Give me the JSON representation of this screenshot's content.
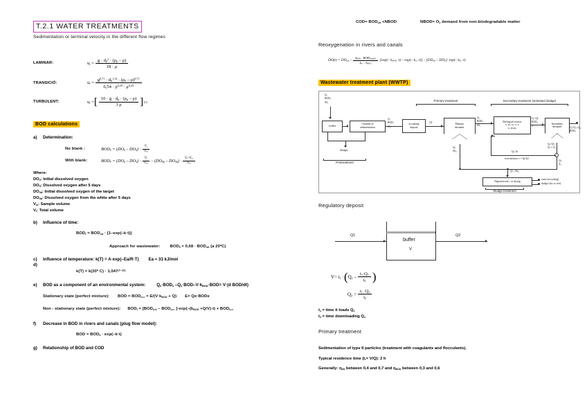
{
  "left": {
    "title": "T.2.1 WATER TREATMENTS",
    "subtitle": "Sedimentation or terminal velocity in the different flow regimes",
    "regimes": [
      {
        "label": "LAMINAR:",
        "lhs": "u",
        "lhs_sub": "t",
        "num": "g · d",
        "num_sup": "2",
        "num_sub": "p",
        "num_rest": " · (ρ",
        "num_sub2": "p",
        "num_tail": " – ρ)",
        "den": "18 · μ"
      },
      {
        "label": "TRANSICIÓ:",
        "num": "g0,71 · dp1,14 · (ρp – ρ)0,71",
        "den": "6,54 · ρ0,29 · μ0,43"
      },
      {
        "label": "TURBULENT:",
        "num": "10 · g · dp · (ρp – ρ)",
        "den": "3 ρ",
        "exp": "1/2"
      }
    ],
    "bod_header": "BOD calculations",
    "a_label": "a)",
    "a_title": "Determination:",
    "no_blank_label": "No blank :",
    "no_blank_eq": "BOD5 = (DO0 – DO5) · Vt/Vm",
    "with_blank_label": "With blank:",
    "with_blank_eq": "BOD5 = (DO0 – DO5) · Vt/Vm – (DO0b – DO5b) · (Vt–Vm)/Vm",
    "where_title": "Where:",
    "where_items": [
      "DO0: Initial dissolved oxygen",
      "DO5: Dissolved oxygen after 5 days",
      "DO0b: Initial dissolved oxygen of the target",
      "DO5b: Dissolved oxygen from the white after 5 days",
      "Vm: Sample volume",
      "Vt: Total volume"
    ],
    "b_label": "b)",
    "b_title": "Influence of time:",
    "b_eq": "BODt = BODult · [1–exp(–k·t)]",
    "b_approach_label": "Approach for wastewater:",
    "b_approach_eq": "BOD5 ≈ 0,68 · BODult (a 20°C)",
    "c_label": "c)",
    "c_title": "Influence of temperature: k(T) = A·exp(–Ea/R·T)",
    "c_extra": "Ea ≈ 33 kJ/mol",
    "d_label": "d)",
    "d_eq": "k(T) = k(20° C) · 1,047(T–20)",
    "e_label": "e)",
    "e_title": "BOD as a component of an environmental system:",
    "e_eq": "Qe·BODe – Qs·BOD – V·kBOD·BOD = V·(dBOD/dt)",
    "e_line2_label": "Stationary state (perfect mixture):",
    "e_line2_eq": "BOD = BODe·t=0 = E/(V·kBOD + Q)",
    "e_line2_tail": "E= Qe·BODe",
    "e_line3_label": "Non - stationary state (perfect mixture):",
    "e_line3_eq": "BODt = [BODt=0 – BODt=∞]·exp(–(kBOD + Q/V)·t) + BODt=∞",
    "f_label": "f)",
    "f_title": "Decrease in BOD in rivers and canals (plug flow model):",
    "f_eq": "BOD = BOD0 · exp(–k·t)",
    "g_label": "g)",
    "g_title": "Relationship of BOD and COD"
  },
  "right": {
    "cod_eq": "COD = BODult + NBOD",
    "nbod_eq": "NBOD = O2 demand from non-biodegradable matter",
    "reox_title": "Reoxygenation in rivers and canals",
    "reox_eq": "DO(t) = DOsat – (kBOD · BODtotal(0))/(kre – kBOD) · [exp(–kBOD·t) – exp(–kre·t)] – [DOsat – DO0] · exp(–kre·t)",
    "wwtp_header": "Wastewater treatment plant (WWTP)",
    "diagram": {
      "inlet_label": "Q0\nBOD0\nSS0",
      "grilles": "Grilles",
      "channel": "Channel of\nsedimentation",
      "q1_label": "Q1\nBOD1\nSS1",
      "deposit": "accepting\ndeposit",
      "q1p_label": "Q1'",
      "primary_decanter": "Primary\ndecanter",
      "q2_label": "Q2\nBOD2\nSS2",
      "bioreactor": "Biological reactor",
      "bioreactor_params": "V, kd, θc, θ, Y\nX, BOD5",
      "mix_label": "Q1+Qr\nBOD5\nX",
      "secondary_decanter": "Secondary\ndecanter",
      "effluent_label": "Q3=Q1–Qp\nBOD3",
      "qr_label": "Qr, Xr",
      "recirc_label": "recirculation: r = Qr/Q1",
      "qp_label": "Qp+Qp'1\nXr = Xr2",
      "qp2_label": "Qp'2\nXr2",
      "qp1_label": "Qp'1\nSSp1",
      "sludge_line_label": "Qp'1, SSp1",
      "digestion": "Digestion unit / or drying",
      "out_water": "water (recycling)",
      "out_sludge": "sludge (dry or wet)",
      "sludge_title": "Sludge treatment",
      "pretreatment": "Pretreatment",
      "primary_treatment": "Primary treatment",
      "secondary_treatment": "Secondary treatment (activated sludge)",
      "sludge_mid": "Sludges"
    },
    "reg_title": "Regulatory deposit",
    "buffer": {
      "q1": "Q1",
      "q2": "Q2",
      "name": "buffer",
      "volume": "V"
    },
    "v_eq": "V = t1 · ( Q1 – (t1·Q1)/t2 )",
    "q2_eq": "Q2 = (t1·Q1)/t2",
    "t1_note": "t1 = time it loads Q1",
    "t2_note": "t2 = time downloading Q2",
    "primary_title": "Primary treatment",
    "primary_lines": [
      "Sedimentation of type II particles (treatment with coagulants and flocculants).",
      "Typical residence time (tr = V/Q): 2 h",
      "Generally: ηSS between 0,4 and 0,7 and ηBOD between 0,3 and 0,6"
    ]
  }
}
